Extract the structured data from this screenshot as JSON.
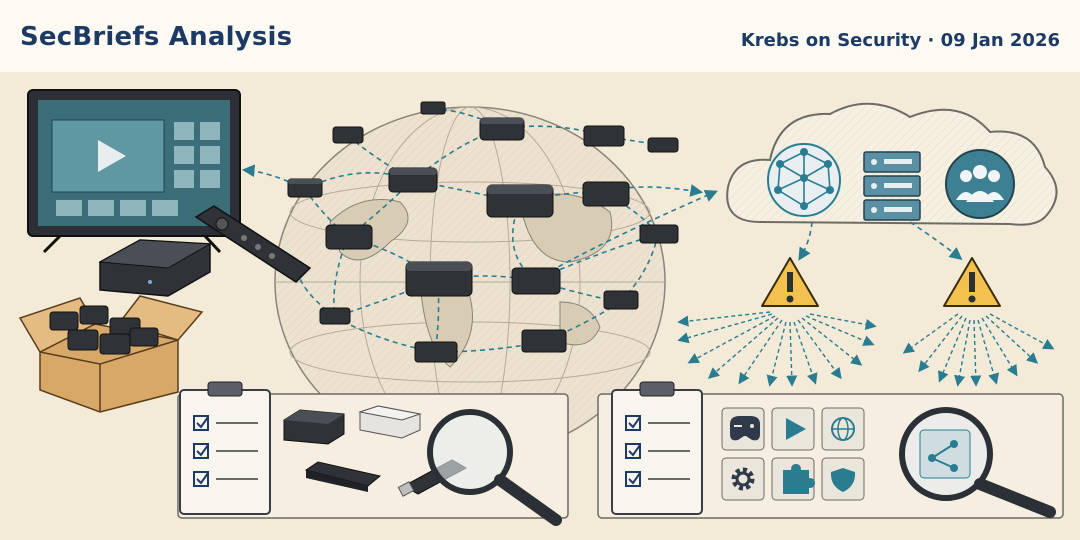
{
  "header": {
    "brand": "SecBriefs Analysis",
    "source": "Krebs on Security",
    "separator": "·",
    "date": "09 Jan 2026"
  },
  "colors": {
    "ink": "#2b2f36",
    "accent_teal": "#2a7d91",
    "brand_navy": "#1c3a63",
    "warning_yellow": "#f2c14e",
    "paper": "#f3ead8"
  },
  "icons": [
    "tv-icon",
    "play-icon",
    "streaming-box-icon",
    "remote-icon",
    "box-of-devices-icon",
    "globe-icon",
    "network-node-icon",
    "cloud-icon",
    "network-sphere-icon",
    "server-rack-icon",
    "people-group-icon",
    "warning-icon",
    "clipboard-checklist-icon",
    "magnifier-icon",
    "usb-stick-icon",
    "gamepad-icon",
    "gear-icon",
    "puzzle-icon",
    "shield-icon",
    "share-icon"
  ]
}
